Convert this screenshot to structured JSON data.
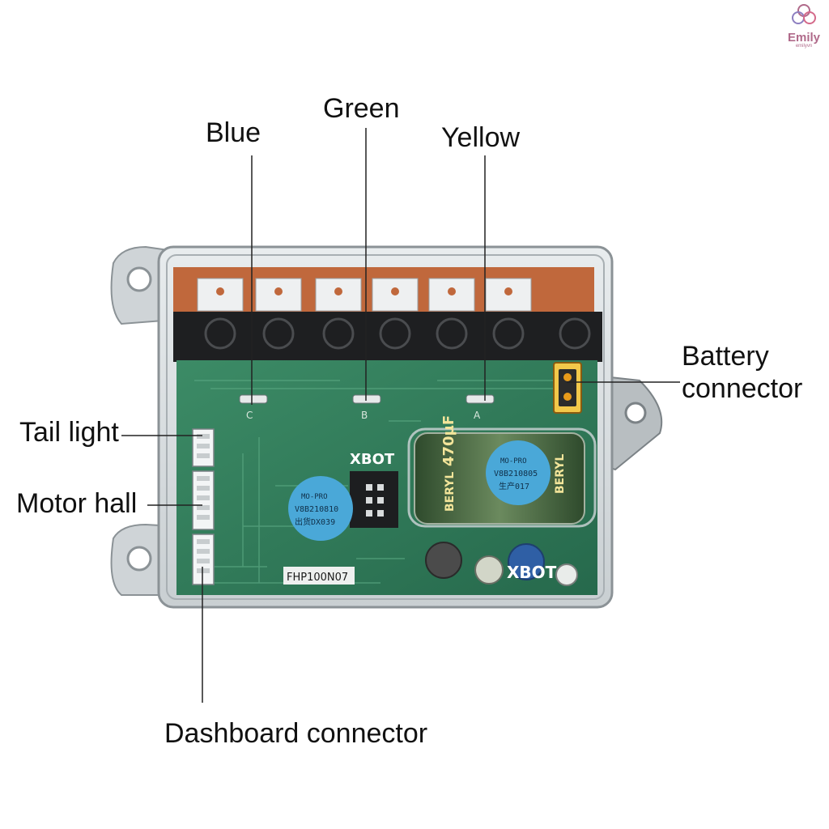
{
  "labels": {
    "blue": "Blue",
    "green": "Green",
    "yellow": "Yellow",
    "battery_line1": "Battery",
    "battery_line2": "connector",
    "tail_light": "Tail light",
    "motor_hall": "Motor hall",
    "dashboard": "Dashboard connector"
  },
  "logo": {
    "name": "Emily",
    "sub": "emilyvn"
  },
  "board_text": {
    "sticker_left_line1": "MO-PRO",
    "sticker_left_line2": "V8B210810",
    "sticker_left_line3": "出货DX039",
    "sticker_right_line1": "MO-PRO",
    "sticker_right_line2": "V8B210805",
    "sticker_right_line3": "生产017",
    "capacitor_value": "470µF",
    "capacitor_brand": "BERYL",
    "part_number": "FHP100N07",
    "xbot_1": "XBOT",
    "xbot_2": "XBOT",
    "phase_a": "A",
    "phase_b": "B",
    "phase_c": "C"
  },
  "colors": {
    "pcb": "#2f7a5a",
    "sticker": "#4aa8d8",
    "capacitor": "#4f6e4a",
    "connector": "#e89b1a",
    "copper": "#c0683c"
  }
}
